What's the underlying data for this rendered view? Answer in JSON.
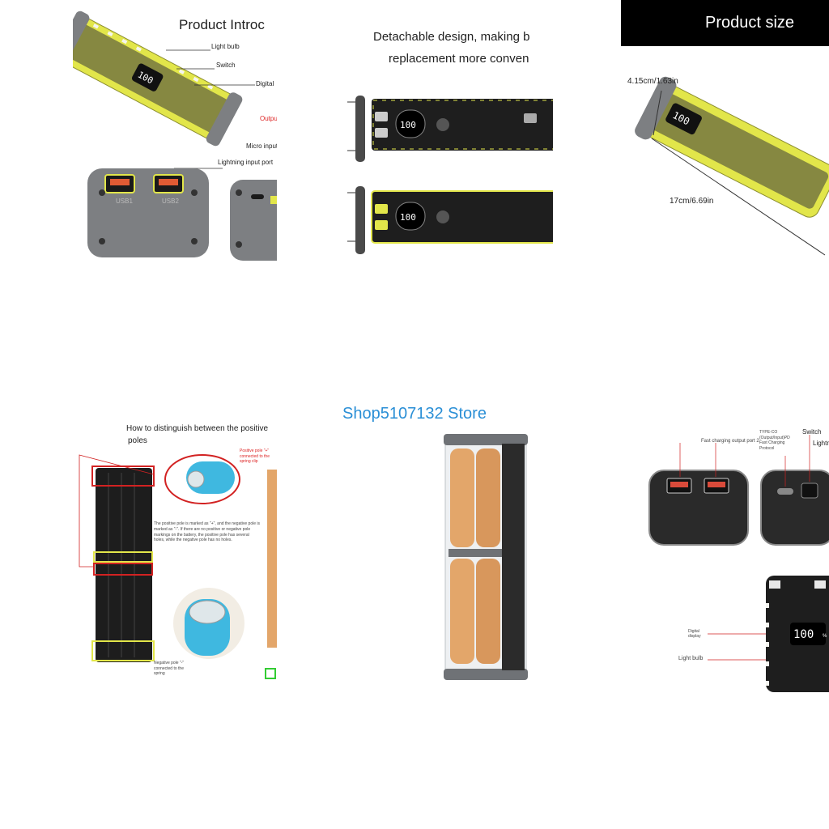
{
  "store": {
    "name": "Shop5107132 Store"
  },
  "tile_intro": {
    "title": "Product Introc",
    "callouts": {
      "light_bulb": "Light bulb",
      "switch": "Switch",
      "digital": "Digital",
      "output": "Output",
      "micro_input": "Micro input",
      "lightning_input": "Lightning input port",
      "usb1_label": "USB1",
      "usb2_label": "USB2"
    }
  },
  "tile_detach": {
    "title_line1": "Detachable design, making b",
    "title_line2": "replacement more conven",
    "display": "100"
  },
  "tile_size": {
    "header": "Product size",
    "width": "4.15cm/1.63in",
    "length": "17cm/6.69in",
    "display": "100"
  },
  "tile_poles": {
    "title_line1": "How to distinguish between the positive",
    "title_line2": "poles",
    "note": "The positive pole is marked as \"+\", and the negative pole is marked as \"-\". If there are no positive or negative pole markings on the battery, the positive pole has several holes, while the negative pole has no holes.",
    "positive": "Positive pole \"+\" connected to the spring clip",
    "negative": "Negative pole \"-\" connected to the spring"
  },
  "tile_ports": {
    "fast_output2": "Fast charging output port 2",
    "type_c": "TYPE-CO (Output/Input)PD Fast Charging Protocol",
    "switch": "Switch",
    "lightning": "Lightn",
    "digital": "Digital display",
    "light_bulb": "Light bulb",
    "display": "100",
    "percent": "%"
  },
  "colors": {
    "yellow": "#e2e64a",
    "gray": "#7d7f82",
    "battery": "#e3a66a",
    "store": "#2a8fd6",
    "red": "#d22222"
  }
}
